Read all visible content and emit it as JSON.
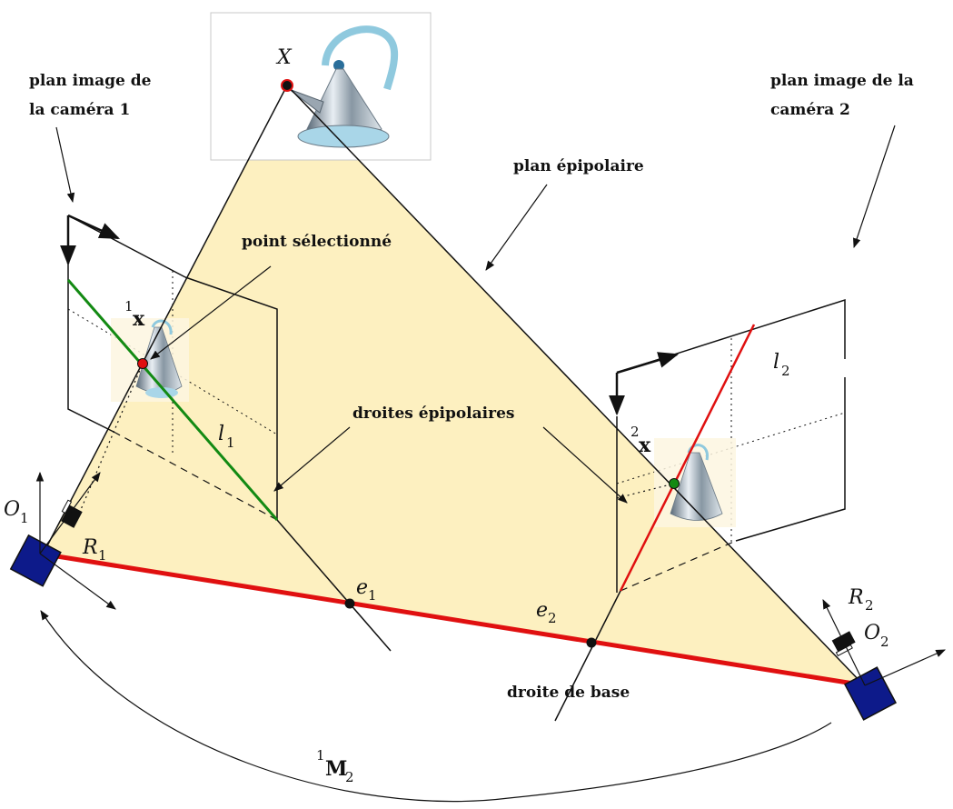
{
  "labels": {
    "plane_cam1_line1": "plan image de",
    "plane_cam1_line2": "la caméra 1",
    "plane_cam2_line1": "plan image de la",
    "plane_cam2_line2": "caméra 2",
    "epipolar_plane": "plan épipolaire",
    "selected_point": "point sélectionné",
    "epipolar_lines": "droites épipolaires",
    "baseline": "droite de base"
  },
  "math": {
    "world_point": "X",
    "x1_sup": "1",
    "x1_sym": "x",
    "x2_sup": "2",
    "x2_sym": "x",
    "l1_sym": "l",
    "l1_sub": "1",
    "l2_sym": "l",
    "l2_sub": "2",
    "e1_sym": "e",
    "e1_sub": "1",
    "e2_sym": "e",
    "e2_sub": "2",
    "O1_sym": "O",
    "O1_sub": "1",
    "O2_sym": "O",
    "O2_sub": "2",
    "R1_sym": "R",
    "R1_sub": "1",
    "R2_sym": "R",
    "R2_sub": "2",
    "M_sup": "1",
    "M_sym": "M",
    "M_sub": "2"
  },
  "colors": {
    "epipolar_plane_fill": "#fdf0c0",
    "baseline": "#e01010",
    "epipolar_line_1": "#138a13",
    "epipolar_line_2": "#e01010",
    "camera_body": "#0d1a8a",
    "point_red": "#e01010",
    "point_green": "#138a13"
  }
}
